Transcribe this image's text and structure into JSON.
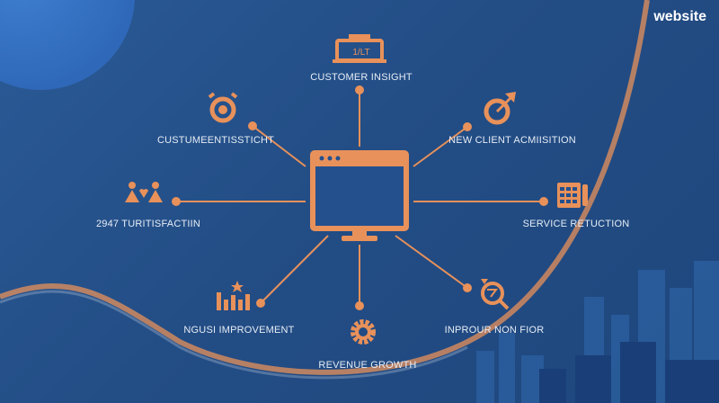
{
  "brand": "website",
  "center": {
    "icon": "monitor-icon"
  },
  "nodes": [
    {
      "label": "CUSTOMER INSIGHT",
      "icon": "register-icon",
      "icon_text": "1/LT"
    },
    {
      "label": "CUSTUMEENTISSTICHT",
      "icon": "alarm-clock-icon"
    },
    {
      "label": "NEW CLIENT ACMIISITION",
      "icon": "target-arrow-icon"
    },
    {
      "label": "2947 TURITISFACTIIN",
      "icon": "people-heart-icon"
    },
    {
      "label": "SERVICE RETUCTION",
      "icon": "calendar-grid-icon"
    },
    {
      "label": "NGUSI IMPROVEMENT",
      "icon": "bar-chart-star-icon"
    },
    {
      "label": "REVENUE GROWTH",
      "icon": "gear-icon"
    },
    {
      "label": "INPROUR NON FIOR",
      "icon": "magnifier-gear-icon"
    }
  ],
  "colors": {
    "accent": "#e8915a",
    "background": "#234d85"
  }
}
